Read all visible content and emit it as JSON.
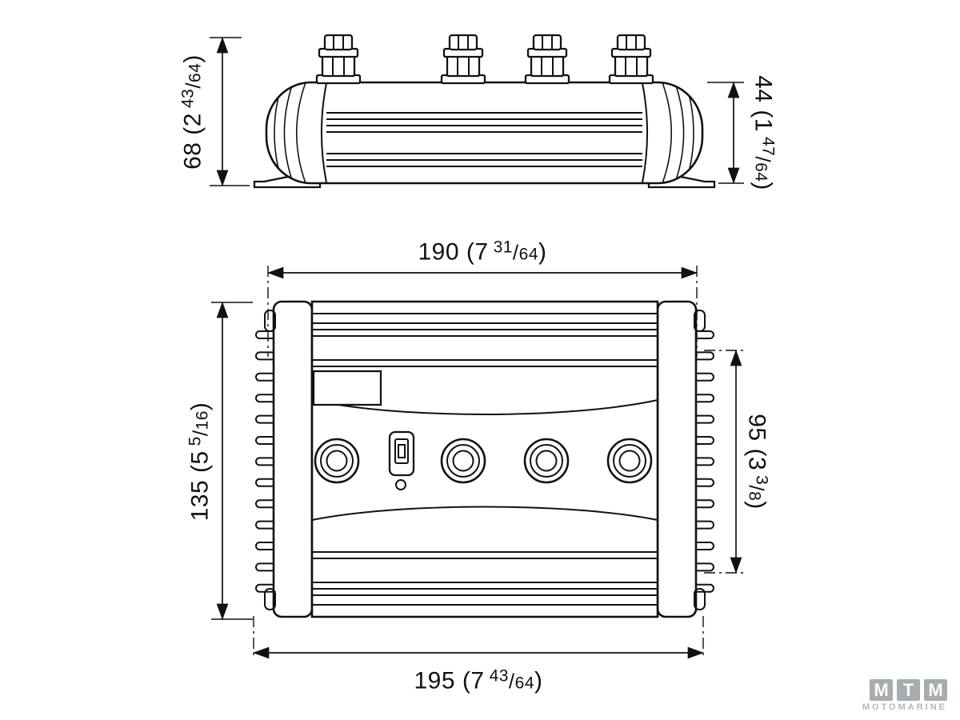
{
  "dimensions": {
    "dim_68": {
      "main": "68 (2",
      "num": "43",
      "sep": "/",
      "den": "64",
      "tail": ")"
    },
    "dim_44": {
      "main": "44 (1",
      "num": "47",
      "sep": "/",
      "den": "64",
      "tail": ")"
    },
    "dim_190": {
      "main": "190 (7",
      "num": "31",
      "sep": "/",
      "den": "64",
      "tail": ")"
    },
    "dim_135": {
      "main": "135 (5",
      "num": "5",
      "sep": "/",
      "den": "16",
      "tail": ")"
    },
    "dim_95": {
      "main": "95 (3",
      "num": "3",
      "sep": "/",
      "den": "8",
      "tail": ")"
    },
    "dim_195": {
      "main": "195 (7",
      "num": "43",
      "sep": "/",
      "den": "64",
      "tail": ")"
    }
  },
  "logo": {
    "letters": [
      "M",
      "T",
      "M"
    ],
    "subtitle": "MOTOMARINE"
  }
}
